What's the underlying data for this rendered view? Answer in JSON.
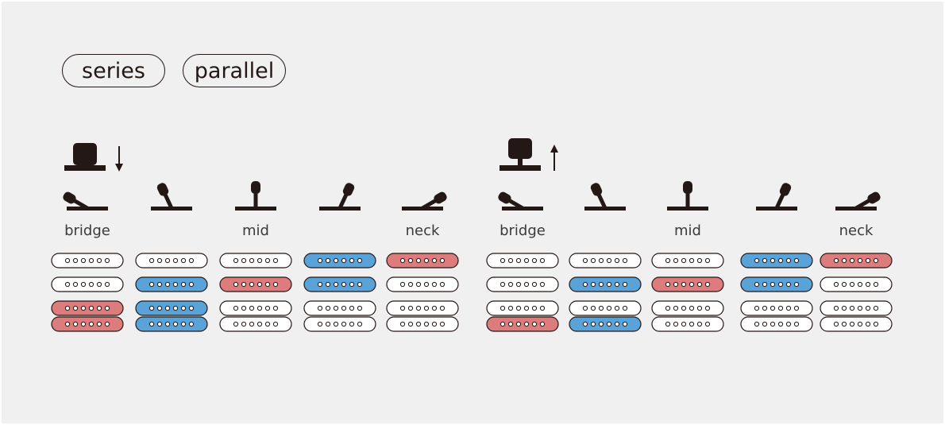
{
  "legend": {
    "series": "series",
    "parallel": "parallel"
  },
  "colors": {
    "series": "#dc7c7d",
    "parallel": "#5aa3d9",
    "off": "#ffffff",
    "ink": "#231815",
    "background": "#eff0ef"
  },
  "groups": [
    {
      "name": "push-switch-down",
      "switch_state": "down",
      "arrow": "down",
      "position_labels": [
        "bridge",
        "",
        "mid",
        "",
        "neck"
      ],
      "lever_angles_deg": [
        -60,
        -25,
        0,
        25,
        60
      ],
      "columns": [
        {
          "neck": "off",
          "middle": "off",
          "bridge_upper": "series",
          "bridge_lower": "series"
        },
        {
          "neck": "off",
          "middle": "parallel",
          "bridge_upper": "parallel",
          "bridge_lower": "parallel"
        },
        {
          "neck": "off",
          "middle": "series",
          "bridge_upper": "off",
          "bridge_lower": "off"
        },
        {
          "neck": "parallel",
          "middle": "parallel",
          "bridge_upper": "off",
          "bridge_lower": "off"
        },
        {
          "neck": "series",
          "middle": "off",
          "bridge_upper": "off",
          "bridge_lower": "off"
        }
      ]
    },
    {
      "name": "push-switch-up",
      "switch_state": "up",
      "arrow": "up",
      "position_labels": [
        "bridge",
        "",
        "mid",
        "",
        "neck"
      ],
      "lever_angles_deg": [
        -60,
        -25,
        0,
        25,
        60
      ],
      "columns": [
        {
          "neck": "off",
          "middle": "off",
          "bridge_upper": "off",
          "bridge_lower": "series"
        },
        {
          "neck": "off",
          "middle": "parallel",
          "bridge_upper": "off",
          "bridge_lower": "parallel"
        },
        {
          "neck": "off",
          "middle": "series",
          "bridge_upper": "off",
          "bridge_lower": "off"
        },
        {
          "neck": "parallel",
          "middle": "parallel",
          "bridge_upper": "off",
          "bridge_lower": "off"
        },
        {
          "neck": "series",
          "middle": "off",
          "bridge_upper": "off",
          "bridge_lower": "off"
        }
      ]
    }
  ]
}
